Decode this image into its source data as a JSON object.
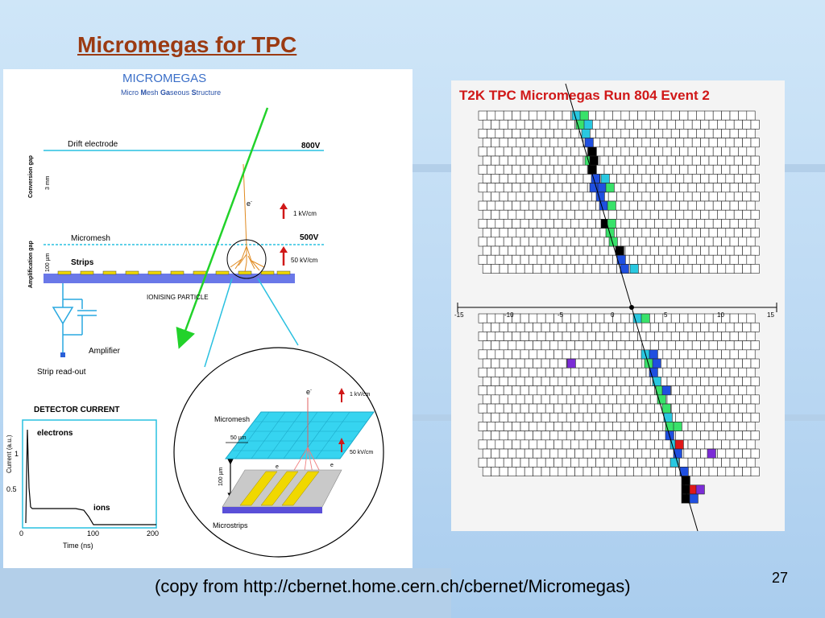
{
  "slide": {
    "title": "Micromegas for TPC",
    "caption": "(copy from  http://cbernet.home.cern.ch/cbernet/Micromegas)",
    "page_number": "27"
  },
  "micromegas_diagram": {
    "heading": "MICROMEGAS",
    "subheading_parts": [
      "Micro ",
      "M",
      "e",
      "sh ",
      "Ga",
      "seous ",
      "S",
      "tructure"
    ],
    "drift_electrode": "Drift electrode",
    "drift_voltage": "800V",
    "conversion_gap": "Conversion gap",
    "conversion_size": "3 mm",
    "electron": "e",
    "electron_sup": "-",
    "drift_field": "1 kV/cm",
    "micromesh": "Micromesh",
    "mesh_voltage": "500V",
    "amplification_gap": "Amplification gap",
    "amplification_size": "100 µm",
    "strips": "Strips",
    "amp_field": "50 kV/cm",
    "ionising_particle": "IONISING\nPARTICLE",
    "amplifier": "Amplifier",
    "strip_readout": "Strip read-out"
  },
  "detector_current": {
    "title": "DETECTOR  CURRENT",
    "ylabel": "Current (a.u.)",
    "xlabel": "Time (ns)",
    "electrons": "electrons",
    "ions": "ions",
    "y_ticks": [
      "1",
      "0.5"
    ],
    "x_ticks": [
      "0",
      "100",
      "200"
    ]
  },
  "zoom_inset": {
    "micromesh": "Micromesh",
    "mesh_pitch": "50 µm",
    "gap": "100 µm",
    "microstrips": "Microstrips",
    "drift_field": "1 kV/cm",
    "amp_field": "50 kV/cm",
    "electron": "e",
    "electron_sup": "-"
  },
  "event_display": {
    "title": "T2K TPC Micromegas Run 804 Event 2",
    "axis_ticks": [
      "-15",
      "-10",
      "-5",
      "0",
      "5",
      "10",
      "15"
    ],
    "hit_colors": {
      "cyan": "#29c8e0",
      "green": "#39e26a",
      "blue": "#1f4fe0",
      "black": "#000000",
      "violet": "#7b2cd6",
      "red": "#e01818"
    }
  }
}
